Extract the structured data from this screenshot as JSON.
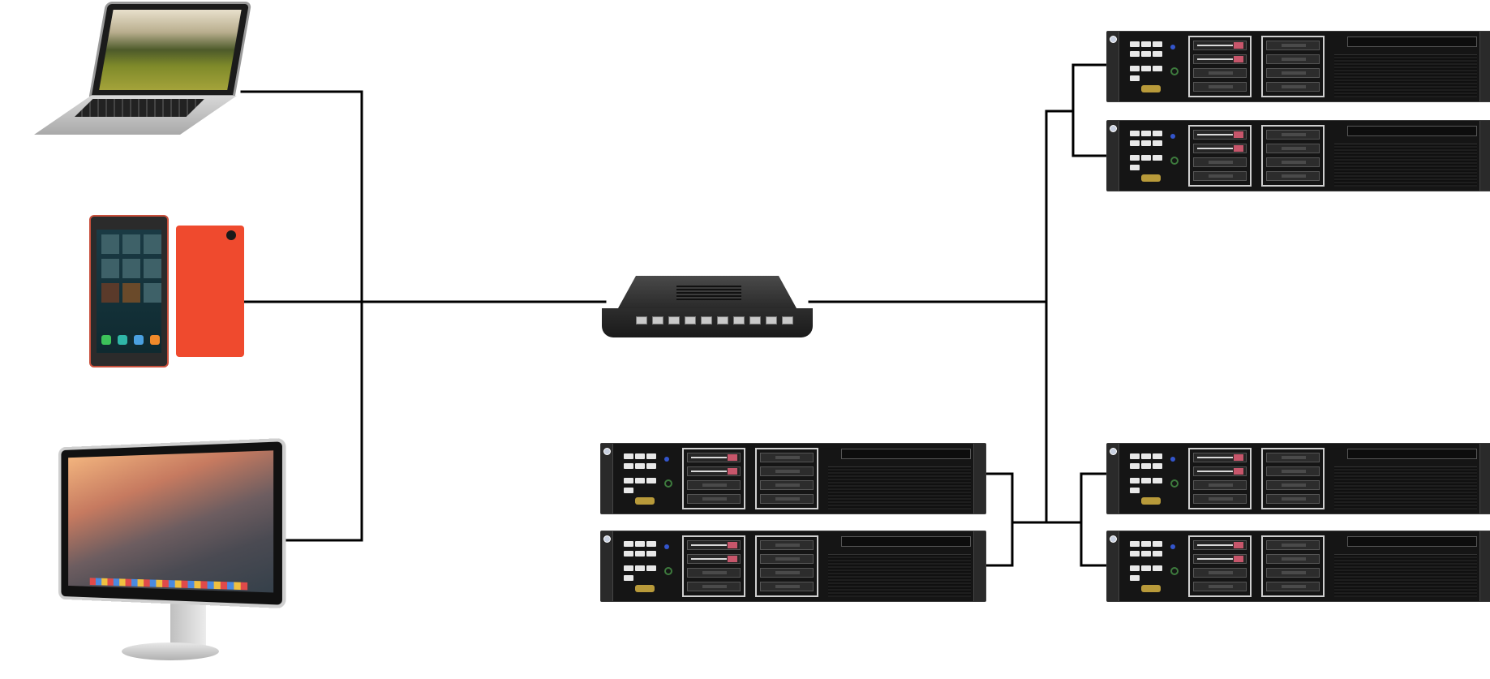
{
  "diagram": {
    "nodes": [
      {
        "id": "laptop",
        "icon": "laptop-icon"
      },
      {
        "id": "smartphones",
        "icon": "smartphone-icon"
      },
      {
        "id": "desktop-monitor",
        "icon": "monitor-icon"
      },
      {
        "id": "router",
        "icon": "router-icon"
      },
      {
        "id": "server-top-1",
        "icon": "rack-server-icon"
      },
      {
        "id": "server-top-2",
        "icon": "rack-server-icon"
      },
      {
        "id": "server-bottom-left-1",
        "icon": "rack-server-icon"
      },
      {
        "id": "server-bottom-left-2",
        "icon": "rack-server-icon"
      },
      {
        "id": "server-bottom-right-1",
        "icon": "rack-server-icon"
      },
      {
        "id": "server-bottom-right-2",
        "icon": "rack-server-icon"
      }
    ],
    "edges": [
      {
        "from": "laptop",
        "to": "router"
      },
      {
        "from": "smartphones",
        "to": "router"
      },
      {
        "from": "desktop-monitor",
        "to": "router"
      },
      {
        "from": "router",
        "to": "server-top-1"
      },
      {
        "from": "router",
        "to": "server-top-2"
      },
      {
        "from": "router",
        "to": "server-bottom-left-1"
      },
      {
        "from": "router",
        "to": "server-bottom-left-2"
      },
      {
        "from": "router",
        "to": "server-bottom-right-1"
      },
      {
        "from": "router",
        "to": "server-bottom-right-2"
      }
    ],
    "colors": {
      "line": "#000000",
      "server_body": "#151515",
      "drive_tab": "#c7566b",
      "phone_case": "#ef4a2e"
    }
  }
}
